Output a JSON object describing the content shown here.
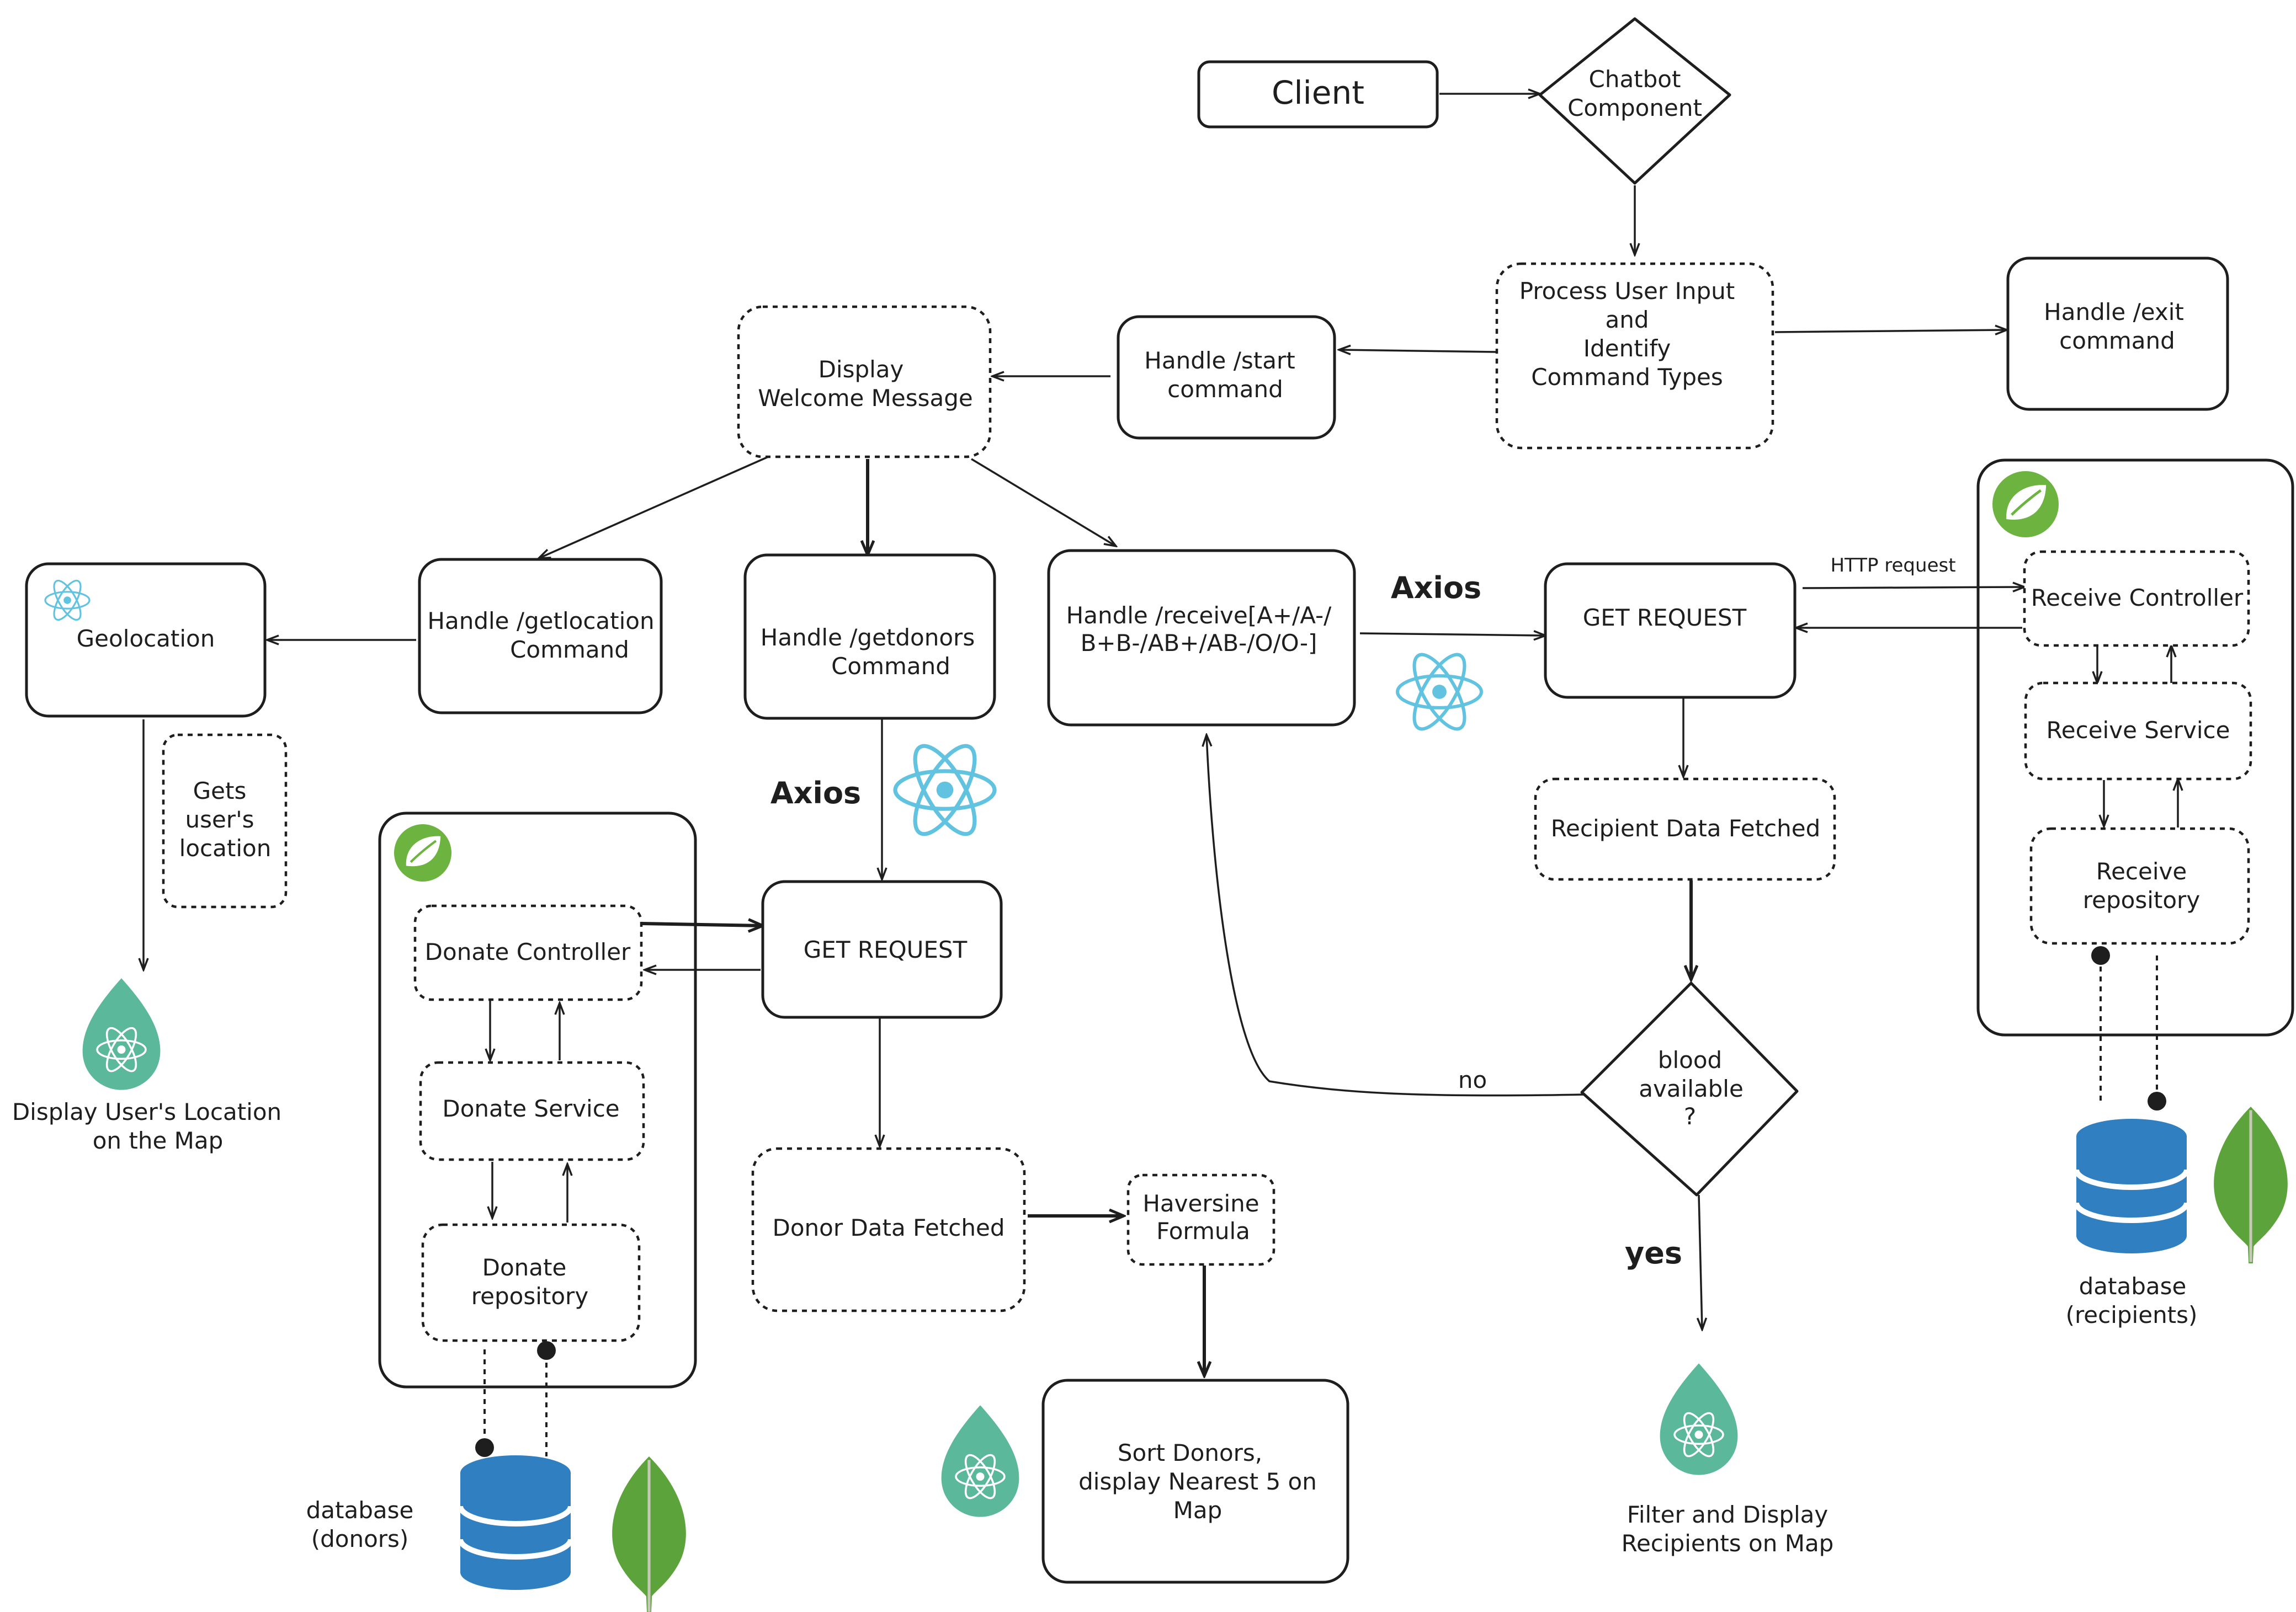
{
  "nodes": {
    "client": "Client",
    "chatbot": [
      "Chatbot",
      "Component"
    ],
    "process_input": [
      "Process User Input",
      "and",
      "Identify",
      "Command Types"
    ],
    "handle_exit": [
      "Handle /exit",
      "command"
    ],
    "handle_start": [
      "Handle /start",
      "command"
    ],
    "display_welcome": [
      "Display",
      "Welcome Message"
    ],
    "geolocation": "Geolocation",
    "handle_getlocation": [
      "Handle /getlocation",
      "Command"
    ],
    "handle_getdonors": [
      "Handle /getdonors",
      "Command"
    ],
    "handle_receive": [
      "Handle /receive[A+/A-/",
      "B+B-/AB+/AB-/O/O-]"
    ],
    "get_request_recipient": "GET REQUEST",
    "receive_controller": "Receive Controller",
    "receive_service": "Receive Service",
    "receive_repository": [
      "Receive",
      "repository"
    ],
    "gets_location": [
      "Gets",
      "user's",
      "location"
    ],
    "display_location_map": [
      "Display User's Location",
      "on the Map"
    ],
    "donate_controller": "Donate Controller",
    "donate_service": "Donate Service",
    "donate_repository": [
      "Donate",
      "repository"
    ],
    "get_request_donor": "GET REQUEST",
    "donor_data_fetched": "Donor Data Fetched",
    "haversine": [
      "Haversine",
      "Formula"
    ],
    "sort_donors": [
      "Sort Donors,",
      "display Nearest 5 on",
      "Map"
    ],
    "recipient_data_fetched": "Recipient Data Fetched",
    "blood_available": [
      "blood",
      "available",
      "?"
    ],
    "filter_display": [
      "Filter and Display",
      "Recipients on Map"
    ],
    "database_donors": [
      "database",
      "(donors)"
    ],
    "database_recipients": [
      "database",
      "(recipients)"
    ]
  },
  "edge_labels": {
    "axios_donors": "Axios",
    "axios_receive": "Axios",
    "http_request": "HTTP request",
    "no": "no",
    "yes": "yes"
  },
  "icons": {
    "react": "react-icon",
    "spring": "spring-leaf-icon",
    "mongodb": "mongodb-leaf-icon",
    "database": "database-cylinder-icon",
    "map_pin": "map-pin-react-icon"
  },
  "colors": {
    "stroke": "#1e1e1e",
    "react": "#61c3df",
    "spring_green": "#6db33f",
    "mongo_green": "#5da33c",
    "pin_teal": "#5cb89a",
    "db_blue": "#2f7fc1"
  }
}
